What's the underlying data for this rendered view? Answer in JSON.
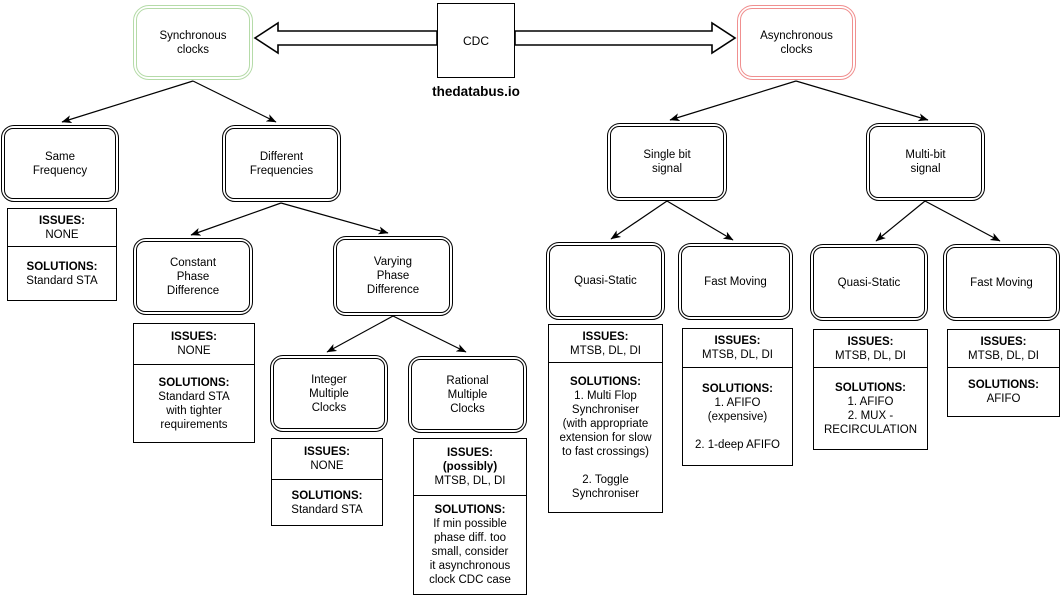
{
  "root": {
    "label": "CDC",
    "brand": "thedatabus.io"
  },
  "colors": {
    "synchronous_border": "#b5dba8",
    "asynchronous_border": "#f08f8f",
    "line": "#000000"
  },
  "nodes": {
    "synchronous": "Synchronous\nclocks",
    "asynchronous": "Asynchronous\nclocks",
    "same_frequency": "Same\nFrequency",
    "different_frequencies": "Different\nFrequencies",
    "constant_phase": "Constant\nPhase\nDifference",
    "varying_phase": "Varying\nPhase\nDifference",
    "integer_multiple": "Integer\nMultiple\nClocks",
    "rational_multiple": "Rational\nMultiple\nClocks",
    "single_bit": "Single bit\nsignal",
    "multi_bit": "Multi-bit\nsignal",
    "single_quasi_static": "Quasi-Static",
    "single_fast_moving": "Fast Moving",
    "multi_quasi_static": "Quasi-Static",
    "multi_fast_moving": "Fast Moving"
  },
  "tables": {
    "same_frequency": {
      "issues_label": "ISSUES:",
      "issues": "NONE",
      "solutions_label": "SOLUTIONS:",
      "solutions": "Standard STA"
    },
    "constant_phase": {
      "issues_label": "ISSUES:",
      "issues": "NONE",
      "solutions_label": "SOLUTIONS:",
      "solutions": "Standard STA\nwith tighter\nrequirements"
    },
    "integer_multiple": {
      "issues_label": "ISSUES:",
      "issues": "NONE",
      "solutions_label": "SOLUTIONS:",
      "solutions": "Standard STA"
    },
    "rational_multiple": {
      "issues_label": "ISSUES:\n(possibly)",
      "issues": "MTSB, DL, DI",
      "solutions_label": "SOLUTIONS:",
      "solutions": "If min possible\nphase diff. too\nsmall, consider\nit asynchronous\nclock CDC case"
    },
    "single_quasi_static": {
      "issues_label": "ISSUES:",
      "issues": "MTSB, DL, DI",
      "solutions_label": "SOLUTIONS:",
      "solutions": "1. Multi Flop\nSynchroniser\n(with appropriate\nextension for slow\nto fast crossings)\n\n2. Toggle\nSynchroniser"
    },
    "single_fast_moving": {
      "issues_label": "ISSUES:",
      "issues": "MTSB, DL, DI",
      "solutions_label": "SOLUTIONS:",
      "solutions": "1. AFIFO\n(expensive)\n\n2. 1-deep AFIFO"
    },
    "multi_quasi_static": {
      "issues_label": "ISSUES:",
      "issues": "MTSB, DL, DI",
      "solutions_label": "SOLUTIONS:",
      "solutions": "1. AFIFO\n2. MUX -\nRECIRCULATION"
    },
    "multi_fast_moving": {
      "issues_label": "ISSUES:",
      "issues": "MTSB, DL, DI",
      "solutions_label": "SOLUTIONS:",
      "solutions": "AFIFO"
    }
  }
}
